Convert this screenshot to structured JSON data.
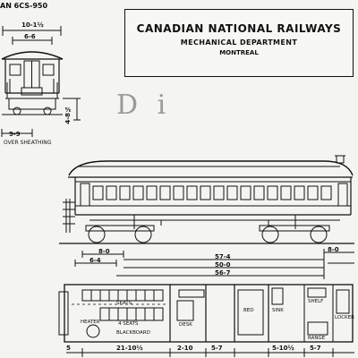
{
  "drawing_number": "AN 6CS-950",
  "title_block": {
    "line1": "CANADIAN NATIONAL RAILWAYS",
    "line2": "MECHANICAL DEPARTMENT",
    "line3": "MONTREAL"
  },
  "handwritten_title": "D i",
  "end_view": {
    "width_top": "10-1½",
    "width_lower": "6-6",
    "height_right": "4-8¾",
    "width_bottom": "9-9",
    "caption": "OVER SHEATHING"
  },
  "elevation_dimensions": {
    "left_truck_outer": "8-0",
    "left_truck_inner": "6-4",
    "center_top": "57-4",
    "center_mid": "50-0",
    "center_bottom": "56-7",
    "right_truck": "8-0"
  },
  "plan_labels": {
    "seats": "SEATS",
    "heater": "HEATER",
    "seats_4": "4 SEATS",
    "blackboard": "BLACKBOARD",
    "desk": "DESK",
    "bed": "BED",
    "sink": "SINK",
    "locker": "LOCKER",
    "range": "RANGE",
    "shelf": "SHELF"
  },
  "plan_dimensions": [
    "5",
    "21-10½",
    "2-10",
    "5-7",
    "5-10½",
    "5-7"
  ]
}
